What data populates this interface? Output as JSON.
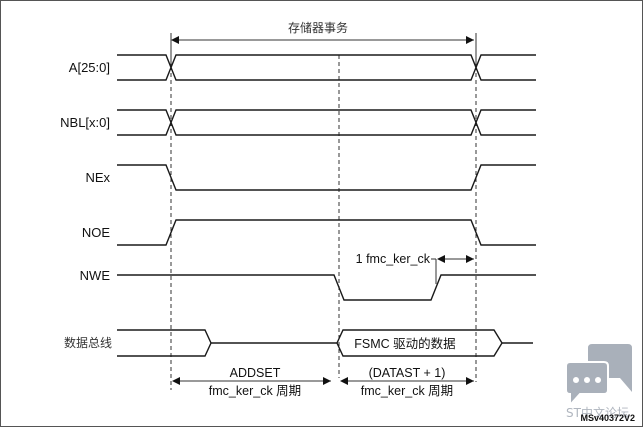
{
  "diagram": {
    "title": "存储器事务",
    "signals": [
      {
        "name": "A[25:0]",
        "type": "bus"
      },
      {
        "name": "NBL[x:0]",
        "type": "bus"
      },
      {
        "name": "NEx",
        "type": "falling-then-rising"
      },
      {
        "name": "NOE",
        "type": "rising-then-falling"
      },
      {
        "name": "NWE",
        "type": "low-pulse"
      },
      {
        "name": "数据总线",
        "type": "data-bus"
      }
    ],
    "data_bus_label": "FSMC 驱动的数据",
    "one_clock_label": "1 fmc_ker_ck",
    "addset": {
      "line1": "ADDSET",
      "line2": "fmc_ker_ck 周期"
    },
    "datast": {
      "line1": "(DATAST + 1)",
      "line2": "fmc_ker_ck 周期"
    },
    "reference": "MSv40372V2",
    "watermark": "ST中文论坛"
  }
}
